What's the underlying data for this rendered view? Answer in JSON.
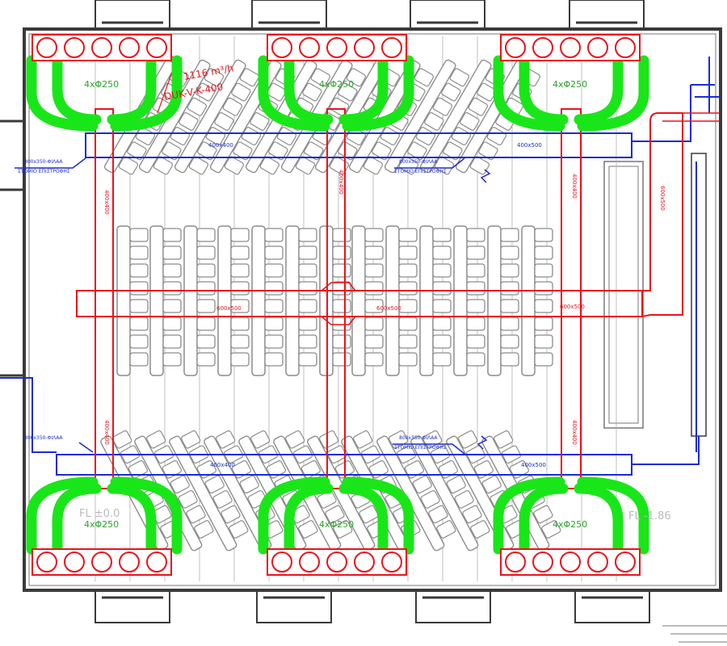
{
  "colors": {
    "background": "#ffffff",
    "wall": "#3a3a3a",
    "linework": "#777777",
    "seat": "#8c8c8c",
    "supply_duct": "#e8141c",
    "exhaust_duct": "#1a2bd8",
    "flex_duct": "#19e619"
  },
  "labels": {
    "airflow": "1116 m³/h",
    "diffuser_model": "DUK-V-K-400",
    "elevation_left": "FL ±0.0",
    "elevation_right": "FL -1.86",
    "main_duct_left": "600x500",
    "main_duct_mid": "600x500",
    "main_duct_right": "600x500",
    "exhaust_duct_top_left": "400x400",
    "exhaust_duct_top_right": "400x500",
    "exhaust_duct_bottom_left": "400x400",
    "exhaust_duct_bottom_right": "400x500",
    "riser_left_top": "400x400",
    "riser_mid_top": "400x400",
    "riser_right_top": "400x400",
    "riser_left_bottom": "400x400",
    "riser_right_bottom": "400x400",
    "right_vertical_duct": "600x500",
    "grille_top_left": "800x350-ΦΙΛΑΑ",
    "grille_top_right": "800x350-ΦΙΛΑΑ",
    "grille_bottom_left": "800x350-ΦΙΛΑΑ",
    "grille_bottom_right": "800x350-ΦΙΛΑΑ",
    "step_note_top_left": "ΣΤΟΜΙΟ ΕΠΙΣΤΡΟΦΗΣ",
    "step_note_top_right": "ΣΤΟΜΙΟ ΕΠΙΣΤΡΟΦΗΣ",
    "step_note_bottom_right": "ΣΤΟΜΙΟ ΕΠΙΣΤΡΟΦΗΣ"
  },
  "diffuser_groups": [
    {
      "id": "top-left",
      "label": "4xΦ250",
      "diffusers": 5
    },
    {
      "id": "top-middle",
      "label": "4xΦ250",
      "diffusers": 5
    },
    {
      "id": "top-right",
      "label": "4xΦ250",
      "diffusers": 5
    },
    {
      "id": "bottom-left",
      "label": "4xΦ250",
      "diffusers": 5
    },
    {
      "id": "bottom-middle",
      "label": "4xΦ250",
      "diffusers": 5
    },
    {
      "id": "bottom-right",
      "label": "4xΦ250",
      "diffusers": 5
    }
  ]
}
